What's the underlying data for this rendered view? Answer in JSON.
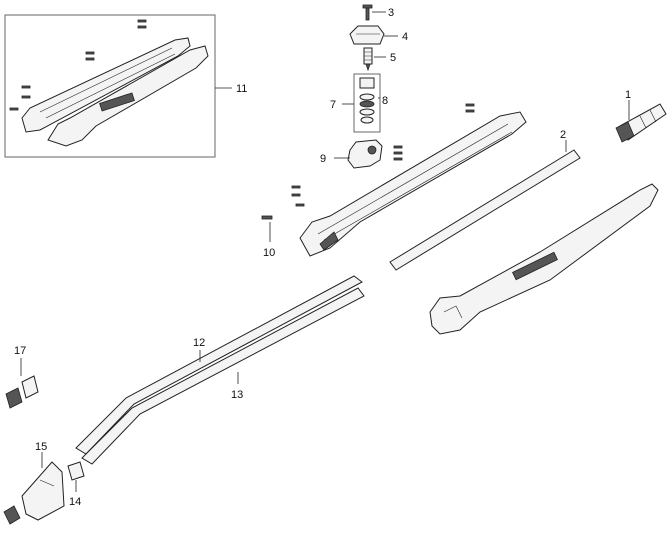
{
  "callouts": {
    "c1": "1",
    "c2": "2",
    "c3": "3",
    "c4": "4",
    "c5": "5",
    "c7": "7",
    "c8": "8",
    "c9": "9",
    "c10": "10",
    "c11": "11",
    "c12": "12",
    "c13": "13",
    "c14": "14",
    "c15": "15",
    "c17": "17"
  }
}
